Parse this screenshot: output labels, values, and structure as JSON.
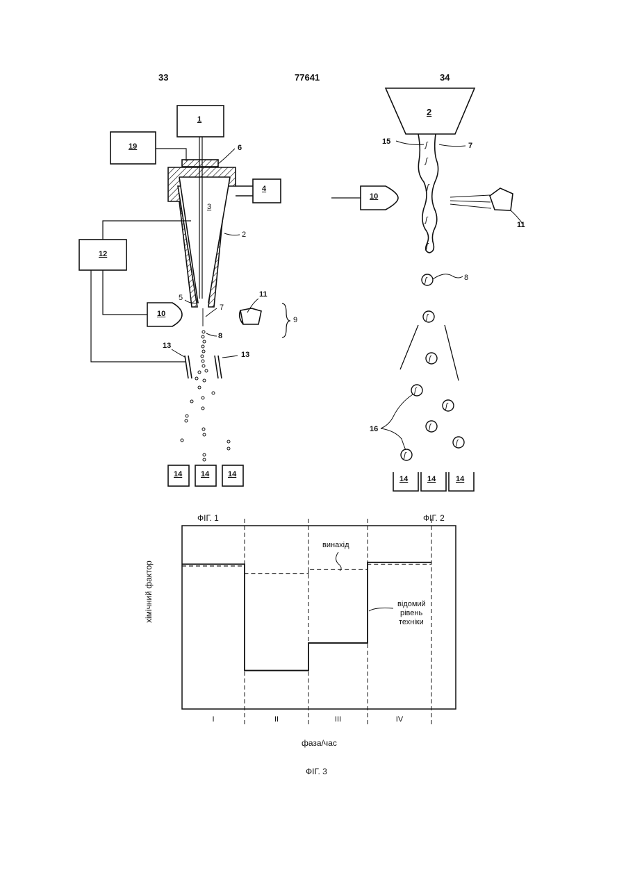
{
  "header": {
    "left_page": "33",
    "center_number": "77641",
    "right_page": "34"
  },
  "figures": {
    "fig1_caption": "ФІГ. 1",
    "fig2_caption": "ФІГ. 2",
    "fig3_caption": "ФІГ. 3"
  },
  "fig1": {
    "box_labels": {
      "b1": "1",
      "b19": "19",
      "b4": "4",
      "b12": "12",
      "b10": "10",
      "b11": "11",
      "b14a": "14",
      "b14b": "14",
      "b14c": "14"
    },
    "callouts": {
      "c6": "6",
      "c3": "3",
      "c2": "2",
      "c5": "5",
      "c7": "7",
      "c9": "9",
      "c8": "8",
      "c13a": "13",
      "c13b": "13"
    }
  },
  "fig2": {
    "box_labels": {
      "b2": "2",
      "b10": "10",
      "b14a": "14",
      "b14b": "14",
      "b14c": "14"
    },
    "callouts": {
      "c15": "15",
      "c7": "7",
      "c11": "11",
      "c8": "8",
      "c16": "16"
    }
  },
  "chart_data": {
    "type": "line",
    "title": "",
    "xlabel": "фаза/час",
    "ylabel": "хімічний фактор",
    "phases": [
      "I",
      "II",
      "III",
      "IV"
    ],
    "series": [
      {
        "name": "винахід",
        "style": "dashed",
        "values": [
          0.78,
          0.74,
          0.76,
          0.79
        ]
      },
      {
        "name": "відомий рівень техніки",
        "style": "solid",
        "values": [
          0.79,
          0.21,
          0.36,
          0.8
        ]
      }
    ],
    "annotations": {
      "invention": "винахід",
      "prior_art_1": "відомий",
      "prior_art_2": "рівень",
      "prior_art_3": "техніки"
    },
    "ylim": [
      0,
      1
    ]
  }
}
